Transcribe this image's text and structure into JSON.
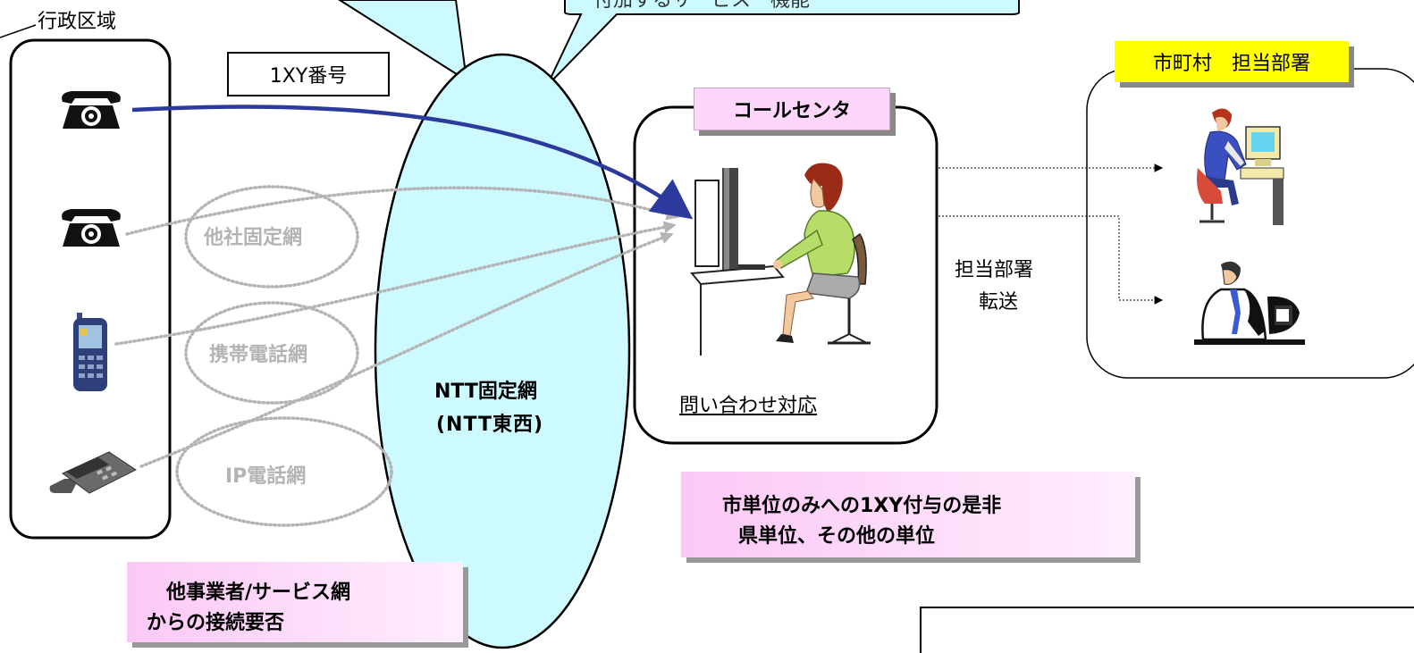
{
  "labels": {
    "admin_area": "行政区域",
    "number_1xy": "1XY番号",
    "ntt_network_line1": "NTT固定網",
    "ntt_network_line2": "(NTT東西)",
    "call_center": "コールセンタ",
    "inquiry_handling": "問い合わせ対応",
    "transfer_line1": "担当部署",
    "transfer_line2": "転送",
    "municipal_dept": "市町村　担当部署",
    "other_fixed_network": "他社固定網",
    "mobile_network": "携帯電話網",
    "ip_network": "IP電話網"
  },
  "notes": {
    "unit_line1": "市単位のみへの1XY付与の是非",
    "unit_line2": "県単位、その他の単位",
    "connect_line1": "他事業者/サービス網",
    "connect_line2": "からの接続要否"
  },
  "callout": {
    "cropped_text": "付加するサービス　機能"
  },
  "colors": {
    "pink_box": "#fdd6fb",
    "yellow_box": "#ffff00",
    "network_ellipse": "#cdfaff",
    "callout_fill": "#c9f8fc",
    "call_route": "#2b3a9c",
    "dotted_gray": "#b4b4b4"
  },
  "icons": {
    "phone1": "rotary-phone-icon",
    "phone2": "rotary-phone-icon",
    "mobile": "mobile-phone-icon",
    "ip_phone": "ip-phone-icon",
    "operator": "call-center-operator",
    "staff1": "staff-at-computer",
    "staff2": "staff-on-phone"
  }
}
